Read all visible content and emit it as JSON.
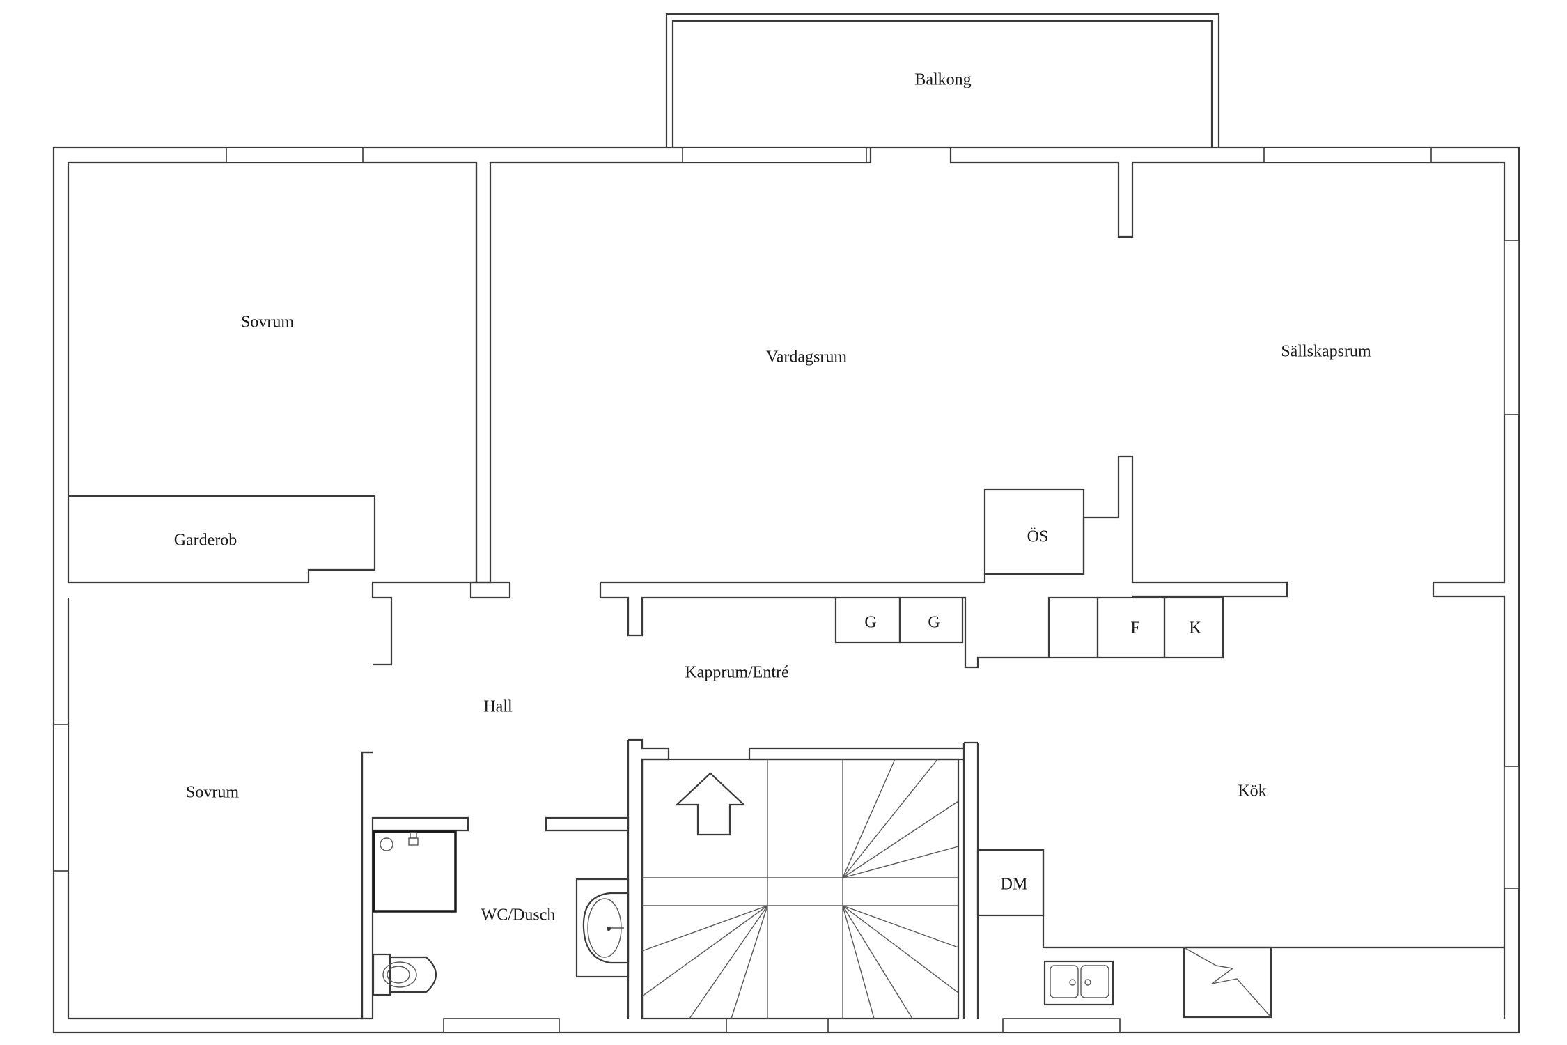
{
  "rooms": {
    "balcony": "Balkong",
    "bedroom_top": "Sovrum",
    "living": "Vardagsrum",
    "lounge": "Sällskapsrum",
    "wardrobe": "Garderob",
    "fireplace": "ÖS",
    "closet_g1": "G",
    "closet_g2": "G",
    "closet_f": "F",
    "closet_k": "K",
    "entrance": "Kapprum/Entré",
    "hall": "Hall",
    "bedroom_bottom": "Sovrum",
    "kitchen": "Kök",
    "bathroom": "WC/Dusch",
    "dishwasher": "DM"
  },
  "colors": {
    "line": "#3a3a3a",
    "background": "#ffffff"
  },
  "icons": [
    "stair-arrow-icon",
    "shower-icon",
    "toilet-icon",
    "washbasin-icon",
    "double-sink-icon",
    "stove-icon"
  ]
}
